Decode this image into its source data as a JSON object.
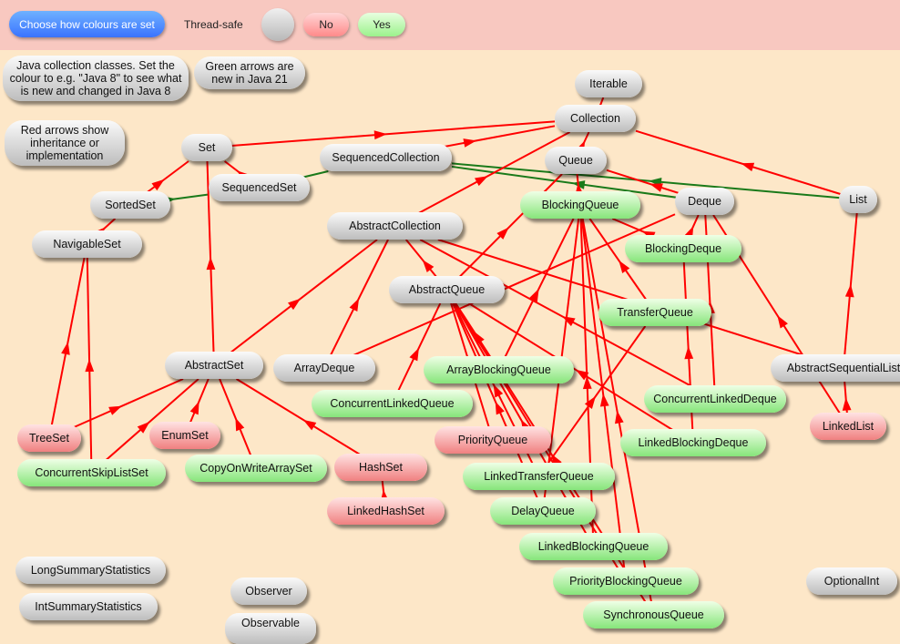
{
  "toolbar": {
    "choose_button": "Choose how colours are set",
    "legend_label": "Thread-safe",
    "legend_no": "No",
    "legend_yes": "Yes",
    "colors": {
      "unknown": "#c8c8c8",
      "no": "#ff8a8a",
      "yes": "#9bf28c"
    }
  },
  "notes": {
    "intro": "Java collection classes. Set the colour to e.g. \"Java 8\" to see what is new and changed in Java 8",
    "green_arrows": "Green arrows are new in Java 21",
    "red_arrows": "Red arrows show inheritance or implementation"
  },
  "arrow_colors": {
    "inheritance": "#ff0000",
    "java21": "#1a7a1a"
  },
  "nodes": {
    "iterable": "Iterable",
    "collection": "Collection",
    "set": "Set",
    "sequenced_collection": "SequencedCollection",
    "queue": "Queue",
    "sorted_set": "SortedSet",
    "sequenced_set": "SequencedSet",
    "blocking_queue": "BlockingQueue",
    "deque": "Deque",
    "list": "List",
    "navigable_set": "NavigableSet",
    "abstract_collection": "AbstractCollection",
    "blocking_deque": "BlockingDeque",
    "abstract_queue": "AbstractQueue",
    "transfer_queue": "TransferQueue",
    "abstract_set": "AbstractSet",
    "array_deque": "ArrayDeque",
    "array_blocking_queue": "ArrayBlockingQueue",
    "abstract_sequential_list": "AbstractSequentialList",
    "concurrent_linked_queue": "ConcurrentLinkedQueue",
    "concurrent_linked_deque": "ConcurrentLinkedDeque",
    "tree_set": "TreeSet",
    "enum_set": "EnumSet",
    "priority_queue": "PriorityQueue",
    "linked_list": "LinkedList",
    "linked_blocking_deque": "LinkedBlockingDeque",
    "concurrent_skip_list_set": "ConcurrentSkipListSet",
    "copy_on_write_array_set": "CopyOnWriteArraySet",
    "hash_set": "HashSet",
    "linked_transfer_queue": "LinkedTransferQueue",
    "linked_hash_set": "LinkedHashSet",
    "delay_queue": "DelayQueue",
    "linked_blocking_queue": "LinkedBlockingQueue",
    "long_summary_statistics": "LongSummaryStatistics",
    "priority_blocking_queue": "PriorityBlockingQueue",
    "observer": "Observer",
    "optional_int": "OptionalInt",
    "int_summary_statistics": "IntSummaryStatistics",
    "synchronous_queue": "SynchronousQueue",
    "observable": "Observable"
  },
  "edges": [
    {
      "from": "collection",
      "to": "iterable",
      "kind": "inheritance"
    },
    {
      "from": "set",
      "to": "collection",
      "kind": "inheritance"
    },
    {
      "from": "sequenced_collection",
      "to": "collection",
      "kind": "inheritance"
    },
    {
      "from": "queue",
      "to": "collection",
      "kind": "inheritance"
    },
    {
      "from": "list",
      "to": "collection",
      "kind": "inheritance"
    },
    {
      "from": "list",
      "to": "sequenced_collection",
      "kind": "java21"
    },
    {
      "from": "deque",
      "to": "sequenced_collection",
      "kind": "java21"
    },
    {
      "from": "sorted_set",
      "to": "set",
      "kind": "inheritance"
    },
    {
      "from": "sorted_set",
      "to": "sequenced_set",
      "kind": "java21"
    },
    {
      "from": "sequenced_set",
      "to": "sequenced_collection",
      "kind": "java21"
    },
    {
      "from": "sequenced_set",
      "to": "set",
      "kind": "inheritance"
    },
    {
      "from": "navigable_set",
      "to": "sorted_set",
      "kind": "inheritance"
    },
    {
      "from": "blocking_queue",
      "to": "queue",
      "kind": "inheritance"
    },
    {
      "from": "deque",
      "to": "queue",
      "kind": "inheritance"
    },
    {
      "from": "blocking_deque",
      "to": "blocking_queue",
      "kind": "inheritance"
    },
    {
      "from": "blocking_deque",
      "to": "deque",
      "kind": "inheritance"
    },
    {
      "from": "transfer_queue",
      "to": "blocking_queue",
      "kind": "inheritance"
    },
    {
      "from": "abstract_collection",
      "to": "collection",
      "kind": "inheritance"
    },
    {
      "from": "abstract_queue",
      "to": "abstract_collection",
      "kind": "inheritance"
    },
    {
      "from": "abstract_queue",
      "to": "queue",
      "kind": "inheritance"
    },
    {
      "from": "abstract_set",
      "to": "abstract_collection",
      "kind": "inheritance"
    },
    {
      "from": "abstract_set",
      "to": "set",
      "kind": "inheritance"
    },
    {
      "from": "array_deque",
      "to": "abstract_collection",
      "kind": "inheritance"
    },
    {
      "from": "array_deque",
      "to": "deque",
      "kind": "inheritance"
    },
    {
      "from": "array_blocking_queue",
      "to": "abstract_queue",
      "kind": "inheritance"
    },
    {
      "from": "array_blocking_queue",
      "to": "blocking_queue",
      "kind": "inheritance"
    },
    {
      "from": "abstract_sequential_list",
      "to": "abstract_collection",
      "kind": "inheritance"
    },
    {
      "from": "abstract_sequential_list",
      "to": "list",
      "kind": "inheritance"
    },
    {
      "from": "concurrent_linked_queue",
      "to": "abstract_queue",
      "kind": "inheritance"
    },
    {
      "from": "concurrent_linked_deque",
      "to": "abstract_collection",
      "kind": "inheritance"
    },
    {
      "from": "concurrent_linked_deque",
      "to": "deque",
      "kind": "inheritance"
    },
    {
      "from": "tree_set",
      "to": "abstract_set",
      "kind": "inheritance"
    },
    {
      "from": "tree_set",
      "to": "navigable_set",
      "kind": "inheritance"
    },
    {
      "from": "enum_set",
      "to": "abstract_set",
      "kind": "inheritance"
    },
    {
      "from": "priority_queue",
      "to": "abstract_queue",
      "kind": "inheritance"
    },
    {
      "from": "linked_list",
      "to": "abstract_sequential_list",
      "kind": "inheritance"
    },
    {
      "from": "linked_list",
      "to": "deque",
      "kind": "inheritance"
    },
    {
      "from": "linked_blocking_deque",
      "to": "abstract_queue",
      "kind": "inheritance"
    },
    {
      "from": "linked_blocking_deque",
      "to": "blocking_deque",
      "kind": "inheritance"
    },
    {
      "from": "concurrent_skip_list_set",
      "to": "abstract_set",
      "kind": "inheritance"
    },
    {
      "from": "concurrent_skip_list_set",
      "to": "navigable_set",
      "kind": "inheritance"
    },
    {
      "from": "copy_on_write_array_set",
      "to": "abstract_set",
      "kind": "inheritance"
    },
    {
      "from": "hash_set",
      "to": "abstract_set",
      "kind": "inheritance"
    },
    {
      "from": "linked_transfer_queue",
      "to": "abstract_queue",
      "kind": "inheritance"
    },
    {
      "from": "linked_transfer_queue",
      "to": "transfer_queue",
      "kind": "inheritance"
    },
    {
      "from": "linked_hash_set",
      "to": "hash_set",
      "kind": "inheritance"
    },
    {
      "from": "delay_queue",
      "to": "abstract_queue",
      "kind": "inheritance"
    },
    {
      "from": "delay_queue",
      "to": "blocking_queue",
      "kind": "inheritance"
    },
    {
      "from": "linked_blocking_queue",
      "to": "abstract_queue",
      "kind": "inheritance"
    },
    {
      "from": "linked_blocking_queue",
      "to": "blocking_queue",
      "kind": "inheritance"
    },
    {
      "from": "priority_blocking_queue",
      "to": "abstract_queue",
      "kind": "inheritance"
    },
    {
      "from": "priority_blocking_queue",
      "to": "blocking_queue",
      "kind": "inheritance"
    },
    {
      "from": "synchronous_queue",
      "to": "abstract_queue",
      "kind": "inheritance"
    },
    {
      "from": "synchronous_queue",
      "to": "blocking_queue",
      "kind": "inheritance"
    }
  ]
}
